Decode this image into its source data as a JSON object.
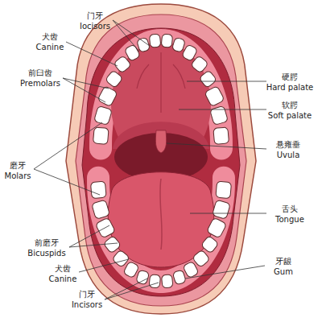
{
  "diagram": {
    "labels": [
      "门牙",
      "Iocisors",
      "犬齿",
      "Canine",
      "前臼齿",
      "Premolars",
      "硬腭",
      "Hard palate",
      "软腭",
      "Soft palate",
      "悬雍垂",
      "Uvula",
      "磨牙",
      "Molars",
      "舌头",
      "Tongue",
      "前磨牙",
      "Bicuspids",
      "牙龈",
      "Gum",
      "犬齿",
      "Canine",
      "门牙",
      "Incisors"
    ]
  }
}
